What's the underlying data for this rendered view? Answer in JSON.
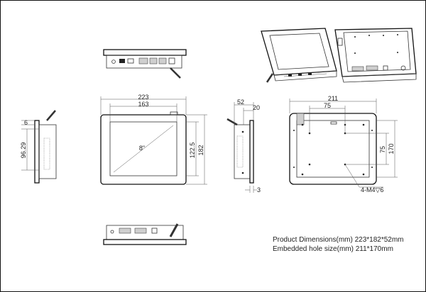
{
  "front_view": {
    "width_overall": "223",
    "width_active": "163",
    "height_active": "122.5",
    "height_overall": "182",
    "screen_size": "8\""
  },
  "left_side_view": {
    "top_offset": "6",
    "hole_spacing": "96.29"
  },
  "right_side_view": {
    "depth": "52",
    "bezel_depth": "20",
    "panel_thickness": "3"
  },
  "rear_view": {
    "cutout_width": "211",
    "mount_spacing_x": "75",
    "mount_spacing_y": "75",
    "cutout_height": "170",
    "screw_spec": "4-M4▽6"
  },
  "specs": {
    "product_dimensions": "Product Dimensions(mm) 223*182*52mm",
    "embedded_hole": "Embedded hole size(mm) 211*170mm"
  }
}
